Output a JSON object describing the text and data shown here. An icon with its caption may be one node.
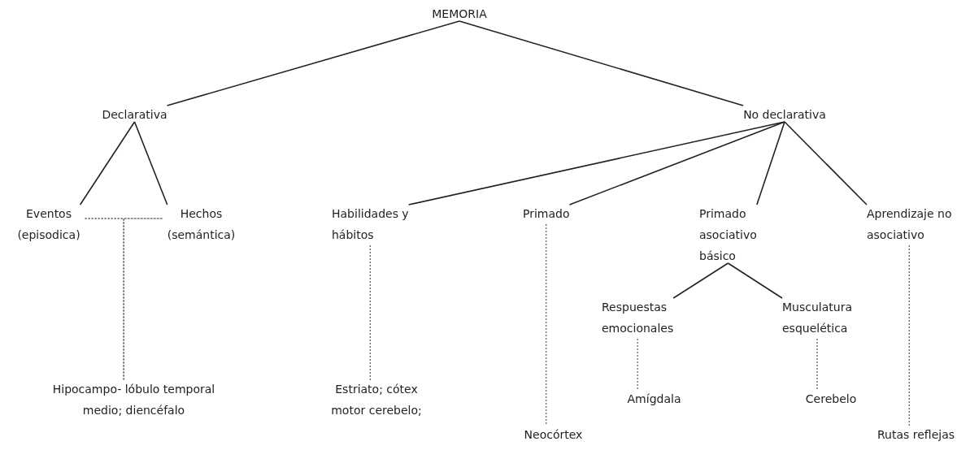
{
  "diagram": {
    "nodes": [
      {
        "text": [
          "MEMORIA"
        ]
      },
      {
        "text": [
          "Declarativa"
        ]
      },
      {
        "text": [
          "No declarativa"
        ]
      },
      {
        "text": [
          "Eventos (episodica)"
        ]
      },
      {
        "text": [
          "Hechos (semántica)"
        ]
      },
      {
        "text": [
          "Habilidades y hábitos"
        ]
      },
      {
        "text": [
          "Primado"
        ]
      },
      {
        "text": [
          "Primado asociativo básico"
        ]
      },
      {
        "text": [
          "Aprendizaje no asociativo"
        ]
      },
      {
        "text": [
          "Respuestas emocionales"
        ]
      },
      {
        "text": [
          "Musculatura esquelética"
        ]
      },
      {
        "text": [
          "Hipocampo- lóbulo temporal medio; diencéfalo"
        ]
      },
      {
        "text": [
          "Estriato; cótex motor cerebelo;"
        ]
      },
      {
        "text": [
          "Neocórtex"
        ]
      },
      {
        "text": [
          "Amígdala"
        ]
      },
      {
        "text": [
          "Cerebelo"
        ]
      },
      {
        "text": [
          "Rutas reflejas"
        ]
      }
    ],
    "edges": [
      {
        "from": 0,
        "to": 1,
        "arrow": "none"
      },
      {
        "from": 0,
        "to": 2,
        "arrow": "none"
      },
      {
        "from": 1,
        "to": 3,
        "arrow": "none"
      },
      {
        "from": 1,
        "to": 4,
        "arrow": "none"
      },
      {
        "from": 2,
        "to": 5,
        "arrow": "none"
      },
      {
        "from": 2,
        "to": 6,
        "arrow": "none"
      },
      {
        "from": 2,
        "to": 7,
        "arrow": "none"
      },
      {
        "from": 2,
        "to": 8,
        "arrow": "none"
      },
      {
        "from": 7,
        "to": 9,
        "arrow": "none"
      },
      {
        "from": 7,
        "to": 10,
        "arrow": "none"
      },
      {
        "from": 3,
        "to": 4,
        "arrow": "none",
        "style": "dashed"
      },
      {
        "from": 3,
        "to": 11,
        "arrow": "none",
        "style": "dashed"
      },
      {
        "from": 4,
        "to": 11,
        "arrow": "none",
        "style": "dashed"
      },
      {
        "from": 5,
        "to": 12,
        "arrow": "none",
        "style": "dashed"
      },
      {
        "from": 6,
        "to": 13,
        "arrow": "none",
        "style": "dashed"
      },
      {
        "from": 9,
        "to": 14,
        "arrow": "none",
        "style": "dashed"
      },
      {
        "from": 10,
        "to": 15,
        "arrow": "none",
        "style": "dashed"
      },
      {
        "from": 8,
        "to": 16,
        "arrow": "none",
        "style": "dashed"
      }
    ]
  }
}
